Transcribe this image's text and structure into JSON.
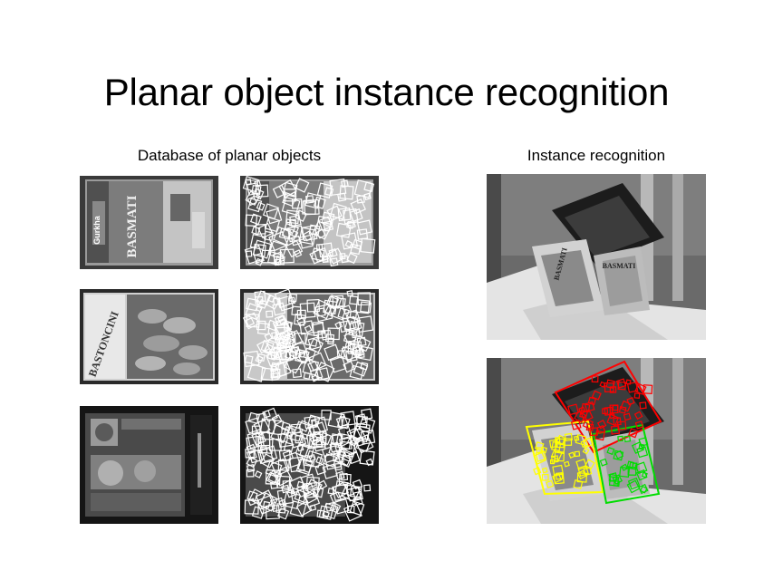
{
  "slide": {
    "title": "Planar object instance recognition",
    "left_caption": "Database of planar objects",
    "right_caption": "Instance recognition"
  },
  "panels": {
    "box1_text": "BASMATI",
    "box1_brand": "Gurkha",
    "box2_text": "BASTONCINI",
    "box3_text": "",
    "scene_label_1": "BASMATI",
    "scene_label_2": "BASMATI"
  },
  "colors": {
    "detection_red": "#ff0000",
    "detection_yellow": "#ffff00",
    "detection_green": "#00dd00",
    "feature_white": "#ffffff"
  }
}
